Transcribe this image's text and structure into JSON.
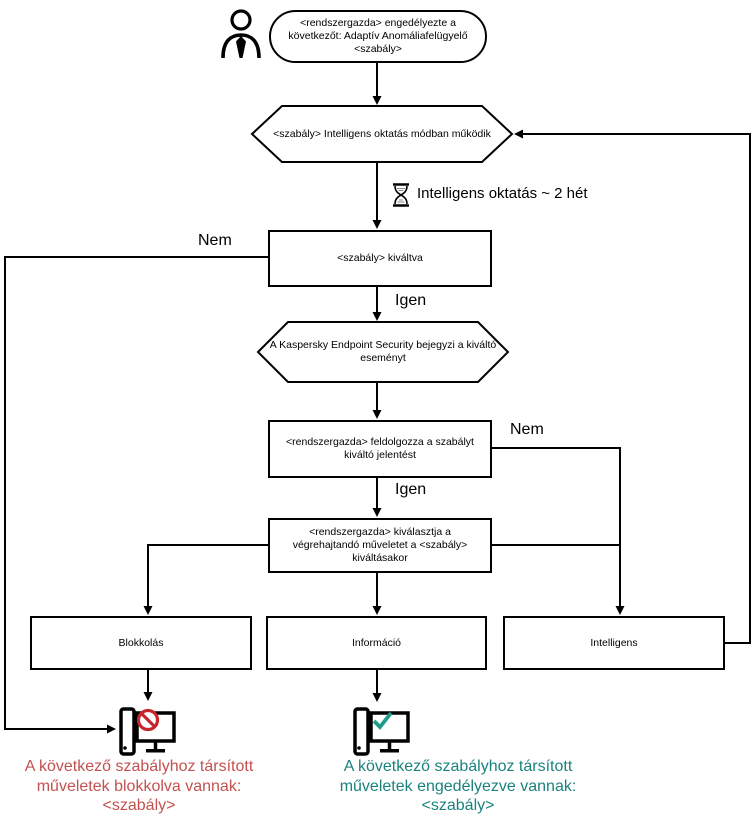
{
  "nodes": {
    "start": "<rendszergazda> engedélyezte a\nkövetkezőt: Adaptív Anomáliafelügyelő\n<szabály>",
    "training_mode": "<szabály> Intelligens oktatás módban működik",
    "training_duration": "Intelligens oktatás ~ 2 hét",
    "rule_triggered": "<szabály> kiváltva",
    "security_logs_event": "A Kaspersky Endpoint Security bejegyzi a kiváltó\neseményt",
    "admin_processes_report": "<rendszergazda> feldolgozza a szabályt\nkiváltó jelentést",
    "admin_selects_action": "<rendszergazda> kiválasztja a\nvégrehajtandó műveletet a <szabály>\nkiváltásakor",
    "action_block": "Blokkolás",
    "action_inform": "Információ",
    "action_smart": "Intelligens"
  },
  "edge_labels": {
    "rule_not_triggered": "Nem",
    "rule_triggered_yes": "Igen",
    "report_not_processed": "Nem",
    "report_processed_yes": "Igen"
  },
  "captions": {
    "blocked": "A következő szabályhoz társított\nműveletek blokkolva vannak:\n<szabály>",
    "allowed": "A következő szabályhoz társított\nműveletek engedélyezve vannak:\n<szabály>"
  },
  "icons": {
    "actor": "person-icon",
    "timer": "hourglass-icon",
    "blocked_result": "computer-blocked-icon",
    "allowed_result": "computer-allowed-icon"
  },
  "colors": {
    "line": "#000000",
    "blocked_text": "#c25250",
    "allowed_text": "#1a837d",
    "blocked_icon": "#c5262c",
    "allowed_icon": "#1e9c89"
  }
}
